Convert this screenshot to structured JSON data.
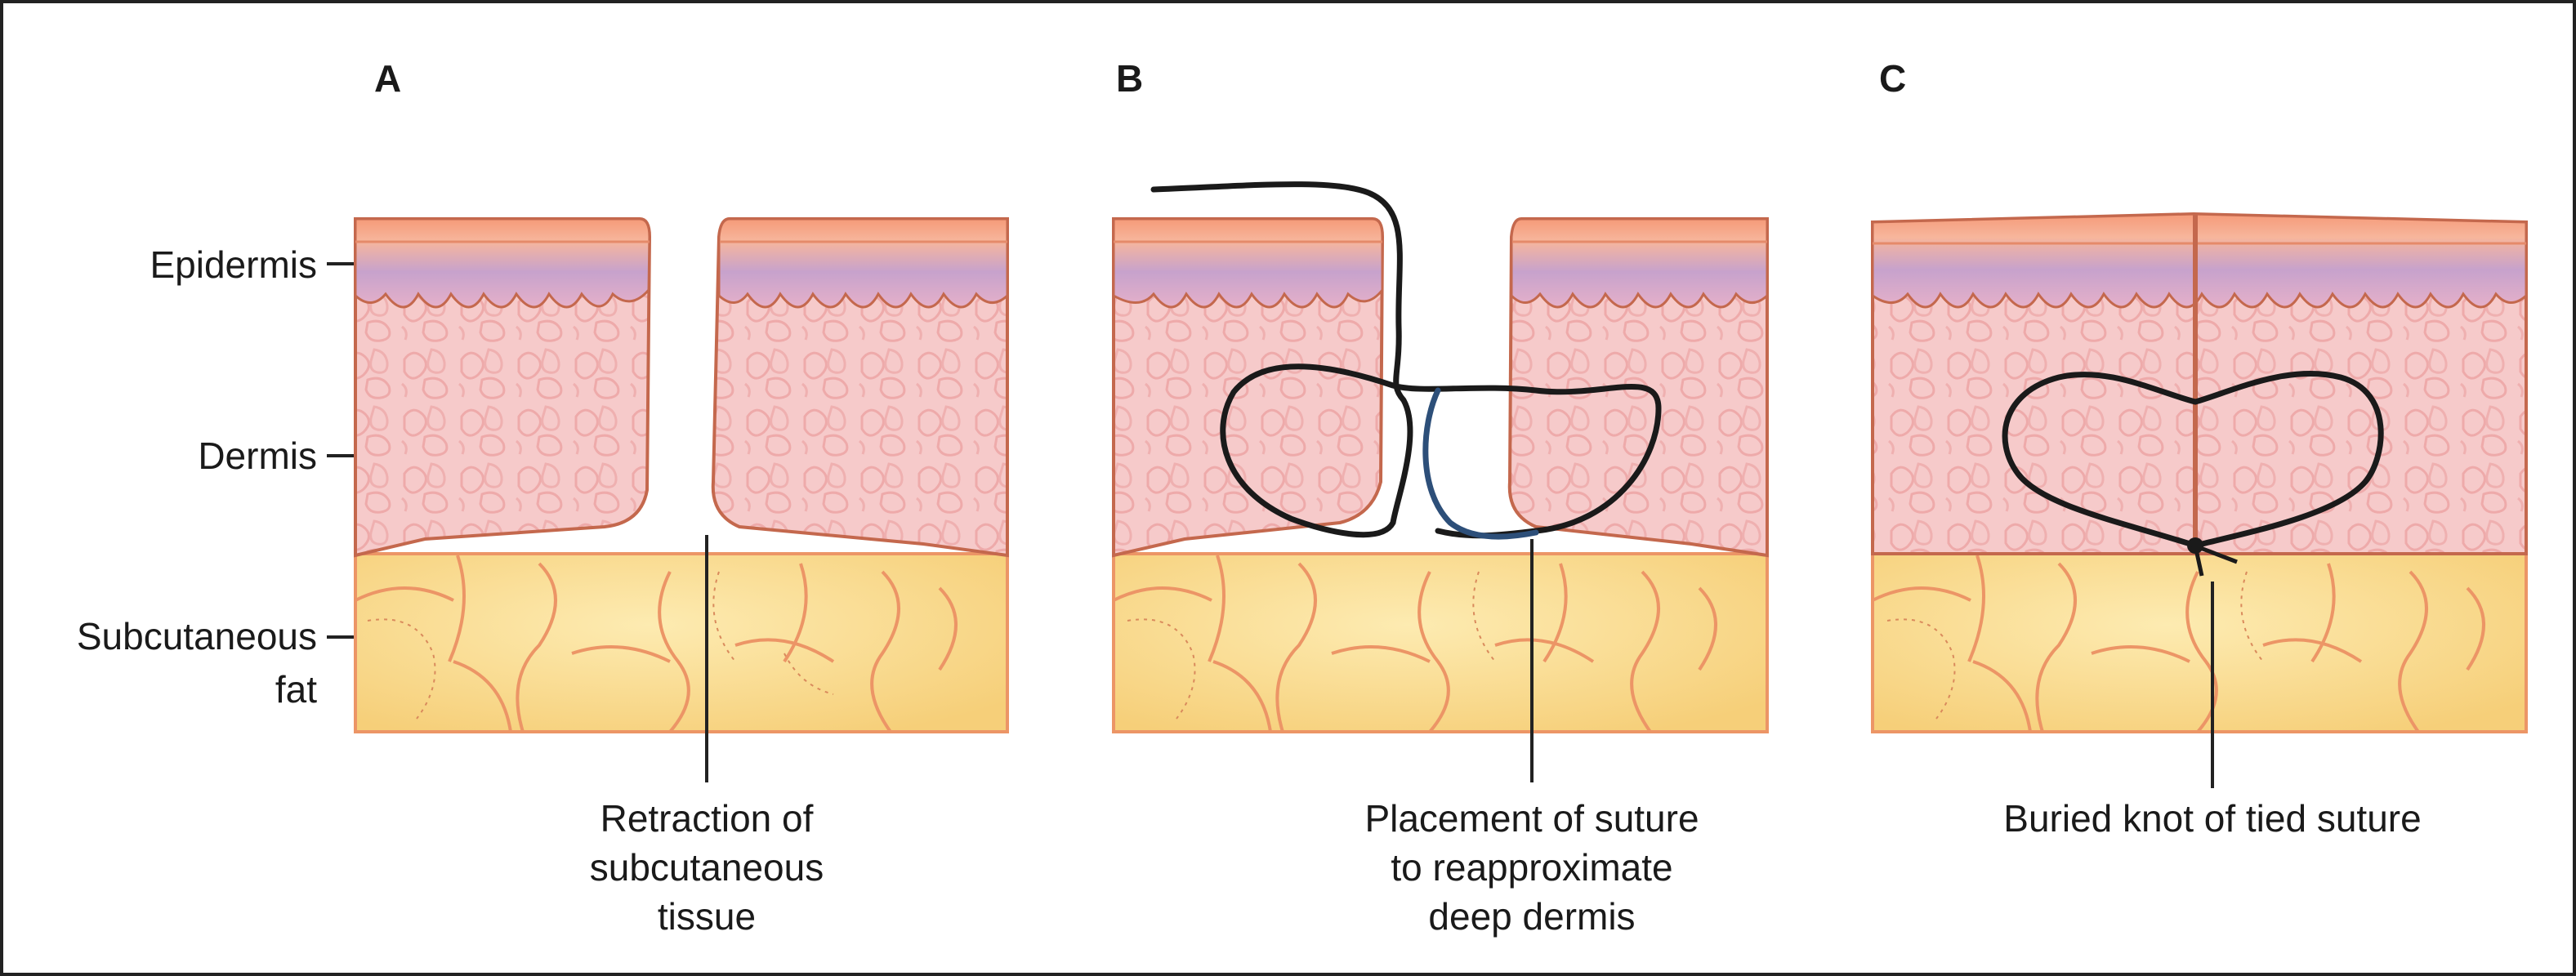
{
  "panels": [
    {
      "letter": "A"
    },
    {
      "letter": "B"
    },
    {
      "letter": "C"
    }
  ],
  "layer_labels": {
    "epidermis": "Epidermis",
    "dermis": "Dermis",
    "subcutaneous_line1": "Subcutaneous",
    "subcutaneous_line2": "fat"
  },
  "callouts": {
    "a": [
      "Retraction of",
      "subcutaneous",
      "tissue"
    ],
    "b": [
      "Placement of suture",
      "to reapproximate",
      "deep dermis"
    ],
    "c": [
      "Buried knot of tied suture"
    ]
  },
  "colors": {
    "epidermis": "#f4a98a",
    "epidermis_purple": "#b69ac9",
    "dermis": "#f6c9c9",
    "dermis_edge": "#c4684d",
    "fat": "#f9dd8c",
    "fat_edge": "#e98d5a",
    "suture": "#1a1a1a",
    "needle": "#2d4f79",
    "frame": "#222222"
  }
}
